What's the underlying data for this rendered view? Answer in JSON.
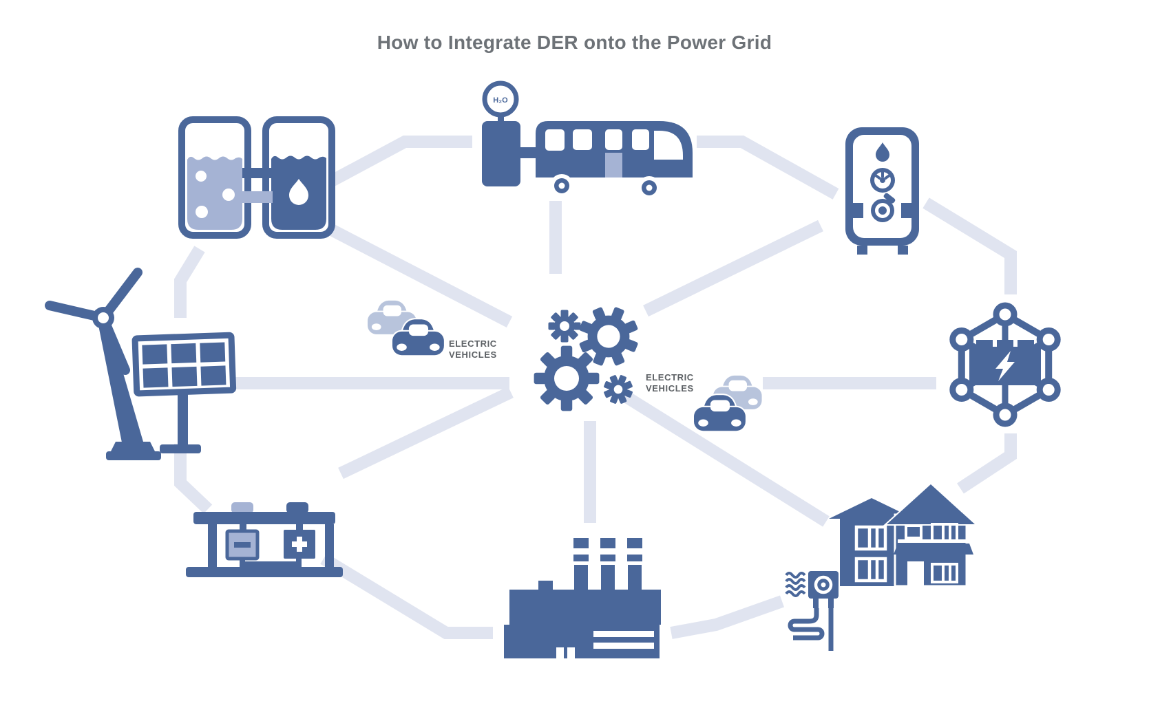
{
  "title": "How to Integrate DER onto the Power Grid",
  "labels": {
    "h2o_sign": "H₂O",
    "ev": {
      "line1": "ELECTRIC",
      "line2": "VEHICLES"
    }
  },
  "colors": {
    "primary_blue": "#4a679a",
    "light_blue": "#a5b3d4",
    "pale_blue_car": "#b8c4dc",
    "connector_gray": "#e0e4f0",
    "title_gray": "#6d7277",
    "label_gray": "#5d6165",
    "background": "#ffffff"
  },
  "nodes": [
    "hydrogen-production-tanks",
    "fuel-cell-bus",
    "water-heater",
    "battery-network-node",
    "house-with-heat-pump",
    "power-plant-factory",
    "battery-storage-rack",
    "wind-turbine-and-solar-panel",
    "power-grid-gears",
    "electric-vehicles-left",
    "electric-vehicles-right"
  ]
}
